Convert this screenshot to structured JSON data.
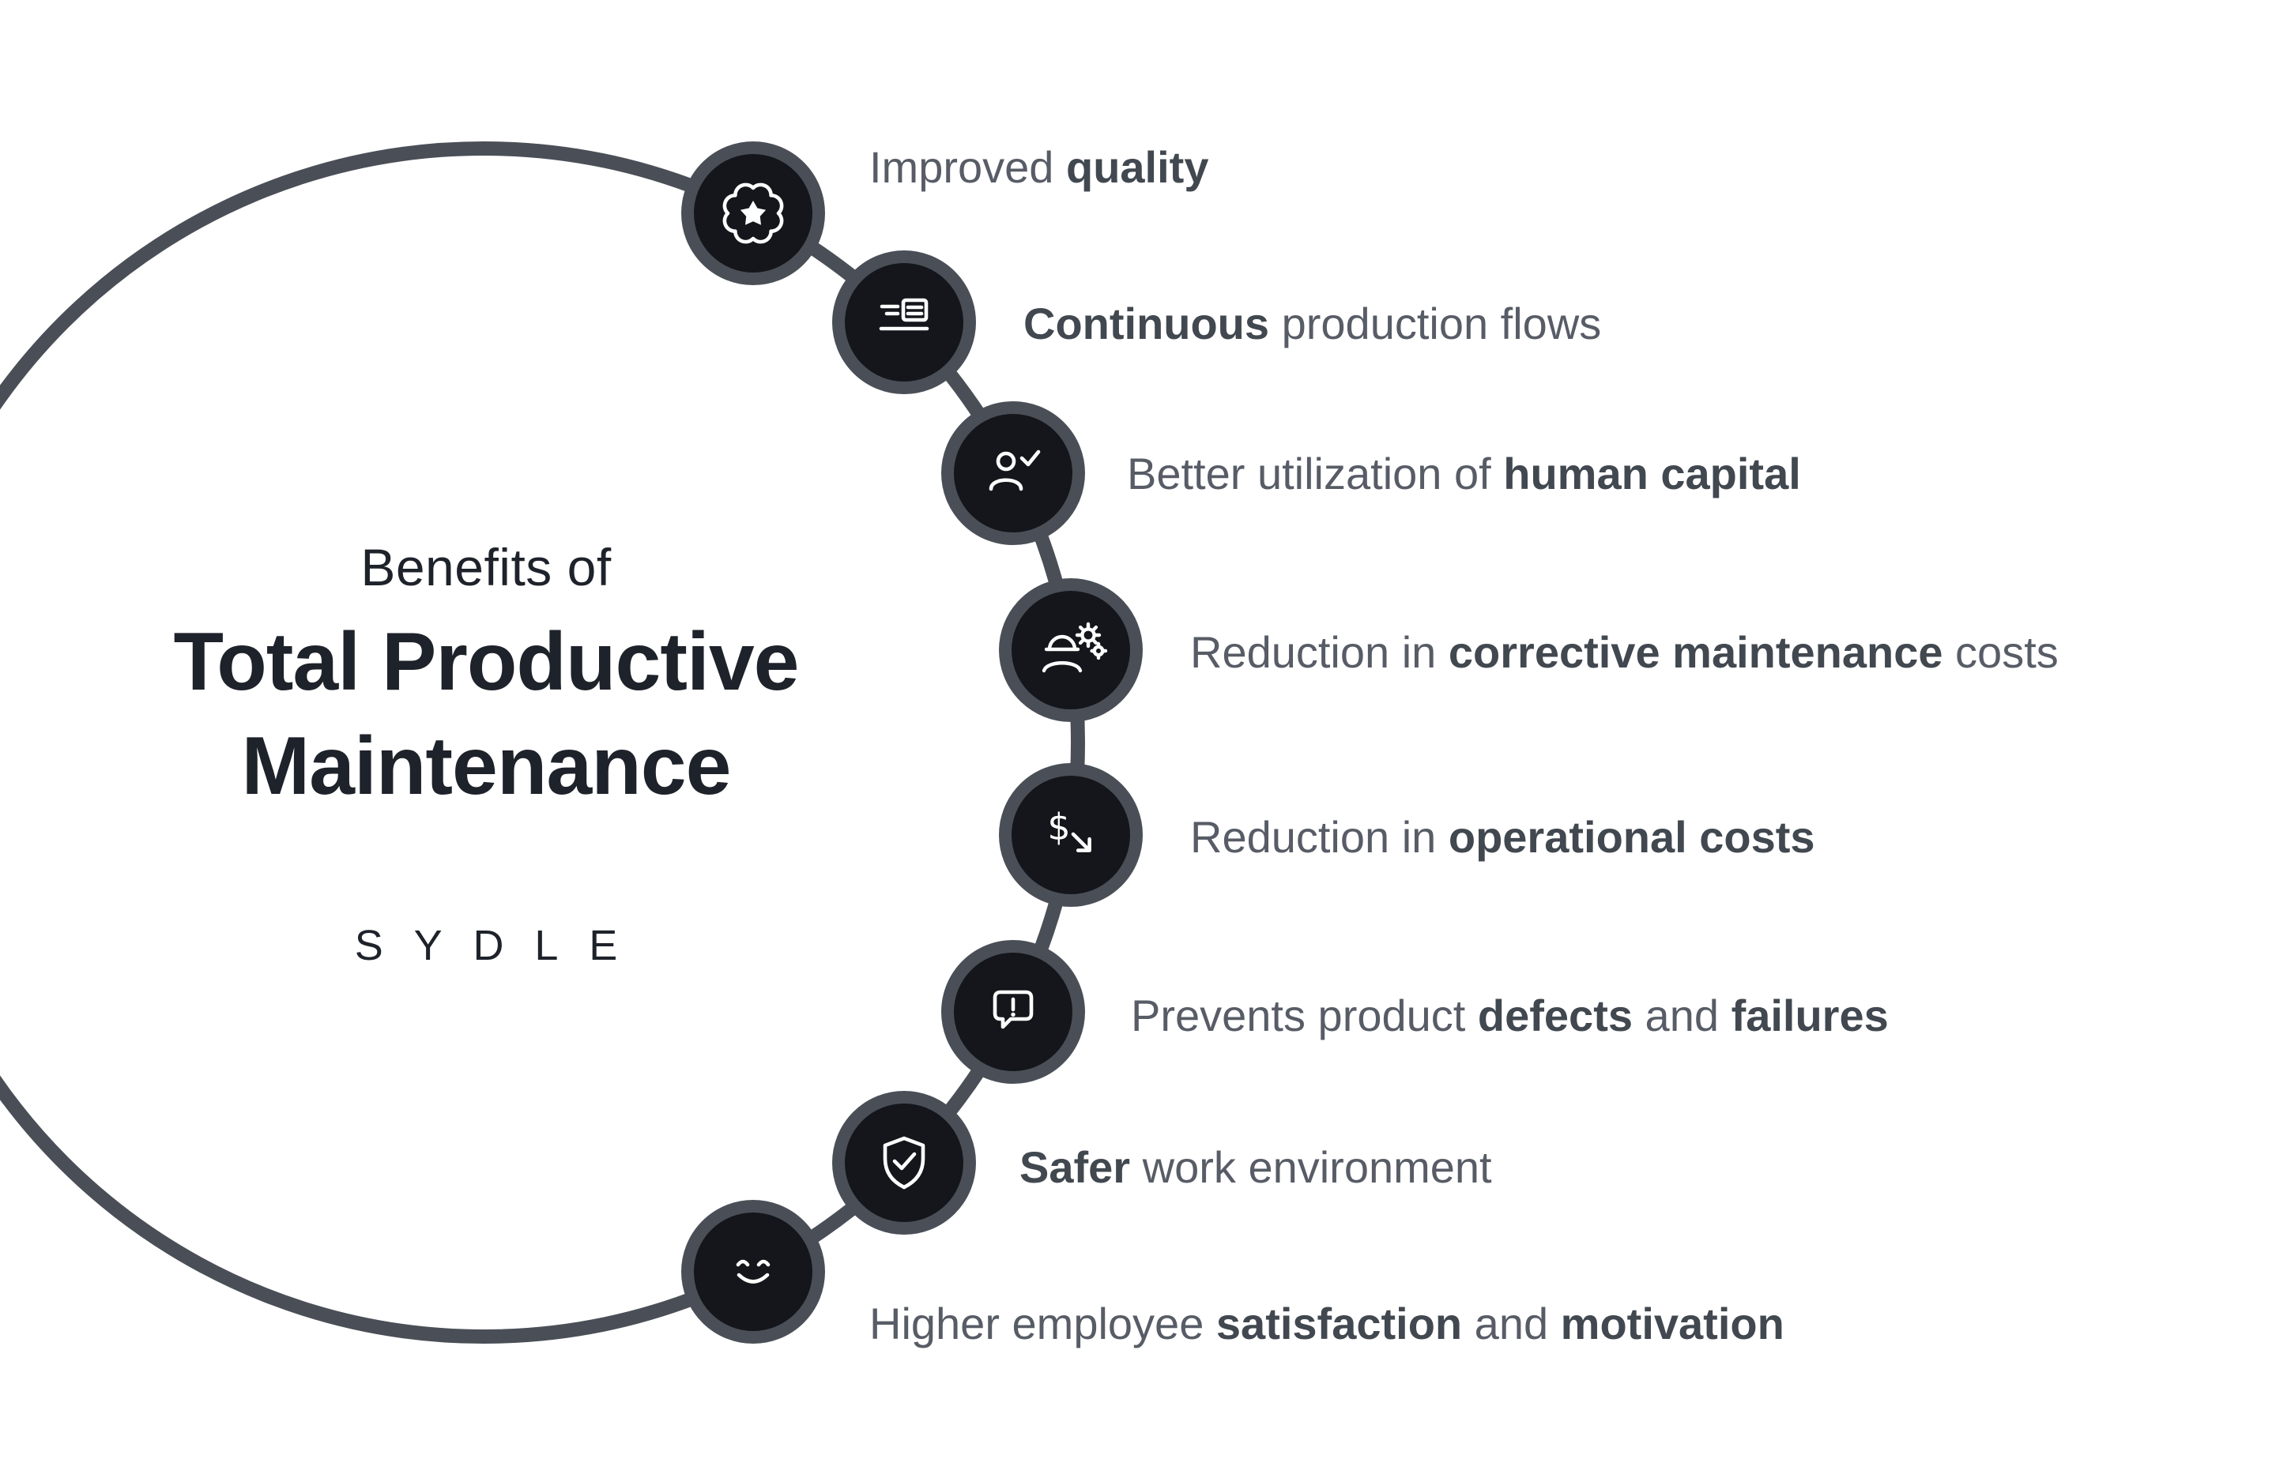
{
  "panel": {
    "eyebrow": "Benefits of",
    "title_line1": "Total Productive",
    "title_line2": "Maintenance",
    "brand": "SYDLE"
  },
  "benefits": [
    {
      "id": "quality",
      "icon": "quality-badge-icon",
      "segments": [
        {
          "text": "Improved ",
          "bold": false
        },
        {
          "text": "quality",
          "bold": true
        }
      ]
    },
    {
      "id": "continuous-flows",
      "icon": "production-flow-icon",
      "segments": [
        {
          "text": "Continuous",
          "bold": true
        },
        {
          "text": " production flows",
          "bold": false
        }
      ]
    },
    {
      "id": "human-capital",
      "icon": "person-check-icon",
      "segments": [
        {
          "text": "Better utilization of ",
          "bold": false
        },
        {
          "text": "human capital",
          "bold": true
        }
      ]
    },
    {
      "id": "corrective-maintenance",
      "icon": "worker-gears-icon",
      "segments": [
        {
          "text": "Reduction in ",
          "bold": false
        },
        {
          "text": "corrective maintenance",
          "bold": true
        },
        {
          "text": " costs",
          "bold": false
        }
      ]
    },
    {
      "id": "operational-costs",
      "icon": "dollar-decrease-icon",
      "segments": [
        {
          "text": "Reduction in ",
          "bold": false
        },
        {
          "text": "operational costs",
          "bold": true
        }
      ]
    },
    {
      "id": "defects-failures",
      "icon": "alert-bubble-icon",
      "segments": [
        {
          "text": "Prevents product ",
          "bold": false
        },
        {
          "text": "defects",
          "bold": true
        },
        {
          "text": " and ",
          "bold": false
        },
        {
          "text": "failures",
          "bold": true
        }
      ]
    },
    {
      "id": "safety",
      "icon": "shield-check-icon",
      "segments": [
        {
          "text": "Safer",
          "bold": true
        },
        {
          "text": " work environment",
          "bold": false
        }
      ]
    },
    {
      "id": "satisfaction",
      "icon": "smiley-face-icon",
      "segments": [
        {
          "text": "Higher employee ",
          "bold": false
        },
        {
          "text": "satisfaction",
          "bold": true
        },
        {
          "text": " and ",
          "bold": false
        },
        {
          "text": "motivation",
          "bold": true
        }
      ]
    }
  ],
  "colors": {
    "background": "#ffffff",
    "arc": "#4a4f57",
    "node_fill": "#14161b",
    "node_ring": "#4a4f57",
    "title": "#1e222a",
    "text": "#575c66",
    "text_bold": "#424850",
    "icon": "#ffffff"
  }
}
